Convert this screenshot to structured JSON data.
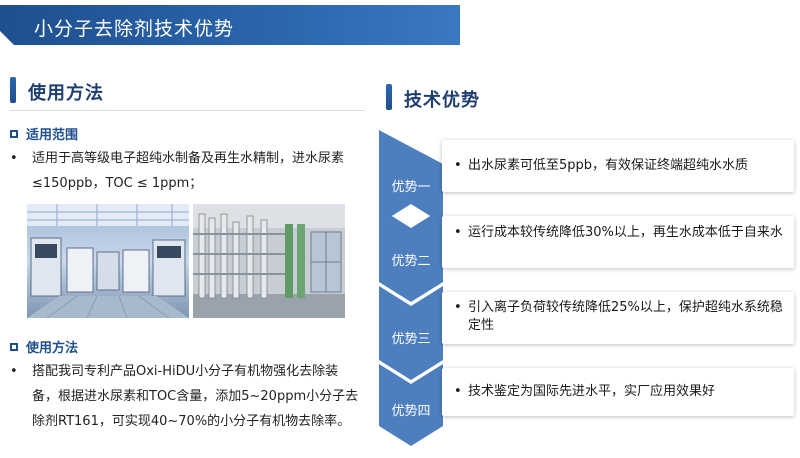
{
  "header": {
    "title": "小分子去除剂技术优势"
  },
  "left": {
    "section_title": "使用方法",
    "scope": {
      "title": "适用范围",
      "bullet": "•",
      "text": "适用于高等级电子超纯水制备及再生水精制，进水尿素≤150ppb，TOC ≤ 1ppm；"
    },
    "usage": {
      "title": "使用方法",
      "bullet": "•",
      "text": "搭配我司专利产品Oxi-HiDU小分子有机物强化去除装备，根据进水尿素和TOC含量，添加5~20ppm小分子去除剂RT161，可实现40~70%的小分子有机物去除率。"
    }
  },
  "right": {
    "section_title": "技术优势",
    "items": [
      {
        "label": "优势一",
        "bullet": "•",
        "text": "出水尿素可低至5ppb，有效保证终端超纯水水质"
      },
      {
        "label": "优势二",
        "bullet": "•",
        "text": "运行成本较传统降低30%以上，再生水成本低于自来水"
      },
      {
        "label": "优势三",
        "bullet": "•",
        "text": "引入离子负荷较传统降低25%以上，保护超纯水系统稳定性"
      },
      {
        "label": "优势四",
        "bullet": "•",
        "text": "技术鉴定为国际先进水平，实厂应用效果好"
      }
    ]
  },
  "colors": {
    "primary": "#1f4f8f",
    "accent": "#2b66ad",
    "chevron": "#4d7fbf"
  }
}
